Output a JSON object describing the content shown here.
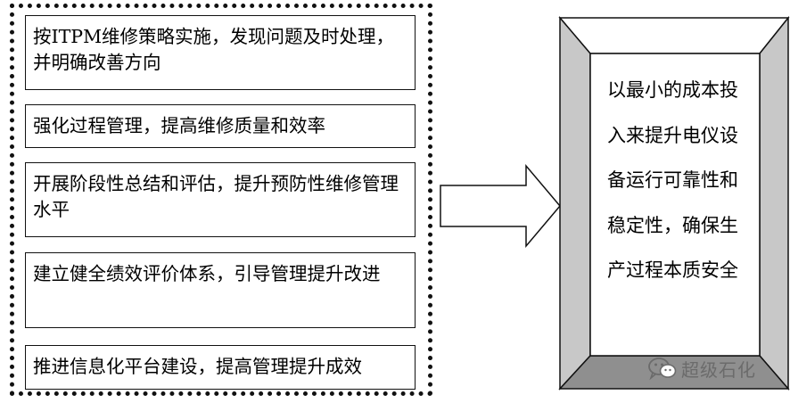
{
  "measures": [
    "按ITPM维修策略实施，发现问题及时处理，并明确改善方向",
    "强化过程管理，提高维修质量和效率",
    "开展阶段性总结和评估，提升预防性维修管理水平",
    "建立健全绩效评价体系，引导管理提升改进",
    "推进信息化平台建设，提高管理提升成效"
  ],
  "goal": "以最小的成本投入来提升电仪设备运行可靠性和稳定性，确保生产过程本质安全",
  "watermark": {
    "text": "超级石化",
    "icon": "wechat-icon",
    "color": "#6b6b6b"
  },
  "colors": {
    "line": "#111111",
    "bevel_top": "#ffffff",
    "bevel_side": "#c8c8c8",
    "bevel_bottom": "#8f8f8f"
  }
}
